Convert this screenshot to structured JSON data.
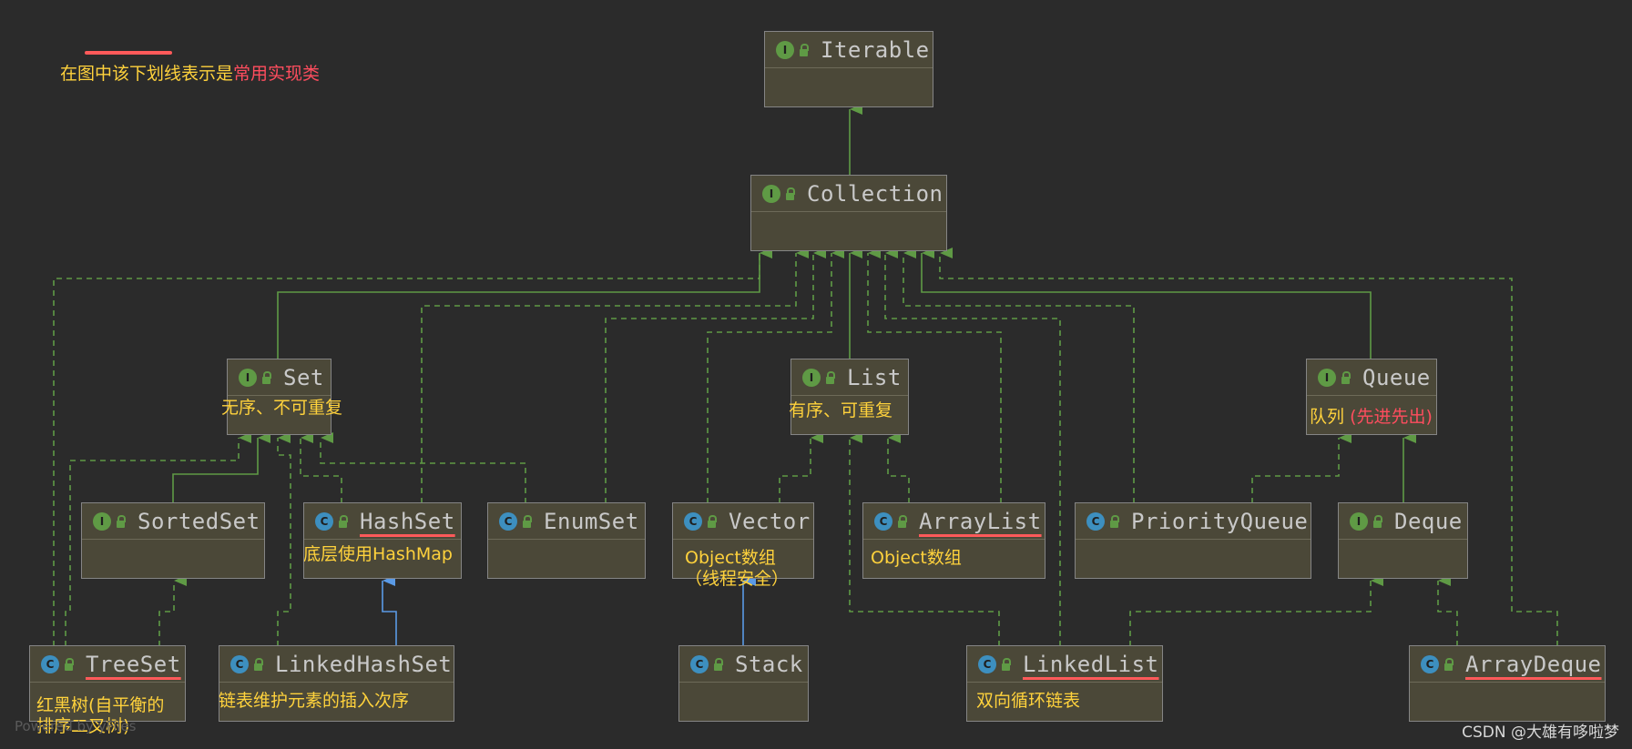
{
  "legend": {
    "text_yellow": "在图中该下划线表示是",
    "text_red": "常用实现类"
  },
  "nodes": {
    "iterable": {
      "kind": "I",
      "name": "Iterable"
    },
    "collection": {
      "kind": "I",
      "name": "Collection"
    },
    "set": {
      "kind": "I",
      "name": "Set"
    },
    "list": {
      "kind": "I",
      "name": "List"
    },
    "queue": {
      "kind": "I",
      "name": "Queue"
    },
    "sortedset": {
      "kind": "I",
      "name": "SortedSet"
    },
    "hashset": {
      "kind": "C",
      "name": "HashSet"
    },
    "enumset": {
      "kind": "C",
      "name": "EnumSet"
    },
    "vector": {
      "kind": "C",
      "name": "Vector"
    },
    "arraylist": {
      "kind": "C",
      "name": "ArrayList"
    },
    "priorityqueue": {
      "kind": "C",
      "name": "PriorityQueue"
    },
    "deque": {
      "kind": "I",
      "name": "Deque"
    },
    "treeset": {
      "kind": "C",
      "name": "TreeSet"
    },
    "linkedhashset": {
      "kind": "C",
      "name": "LinkedHashSet"
    },
    "stack": {
      "kind": "C",
      "name": "Stack"
    },
    "linkedlist": {
      "kind": "C",
      "name": "LinkedList"
    },
    "arraydeque": {
      "kind": "C",
      "name": "ArrayDeque"
    }
  },
  "notes": {
    "set": "无序、不可重复",
    "list": "有序、可重复",
    "queue_yellow": "队列",
    "queue_red": "(先进先出)",
    "hashset": "底层使用HashMap",
    "vector_line1": "Object数组",
    "vector_line2": "（线程安全）",
    "arraylist": "Object数组",
    "treeset_line1": "红黑树(自平衡的",
    "treeset_line2": "排序二叉树)",
    "linkedhashset": "链表维护元素的插入次序",
    "linkedlist": "双向循环链表"
  },
  "ghost_text": "Powered by yFiles",
  "watermark": "CSDN @大雄有哆啦梦",
  "colors": {
    "background": "#2b2b2b",
    "node_fill": "#4b4838",
    "node_border": "#858585",
    "interface_badge": "#5f9a45",
    "class_badge": "#3d8fbf",
    "line_green": "#5f9a45",
    "line_blue": "#5a9ae6",
    "note_yellow": "#ffd23c",
    "note_red": "#ff4d5e",
    "underline_red": "#ff5a5a"
  }
}
